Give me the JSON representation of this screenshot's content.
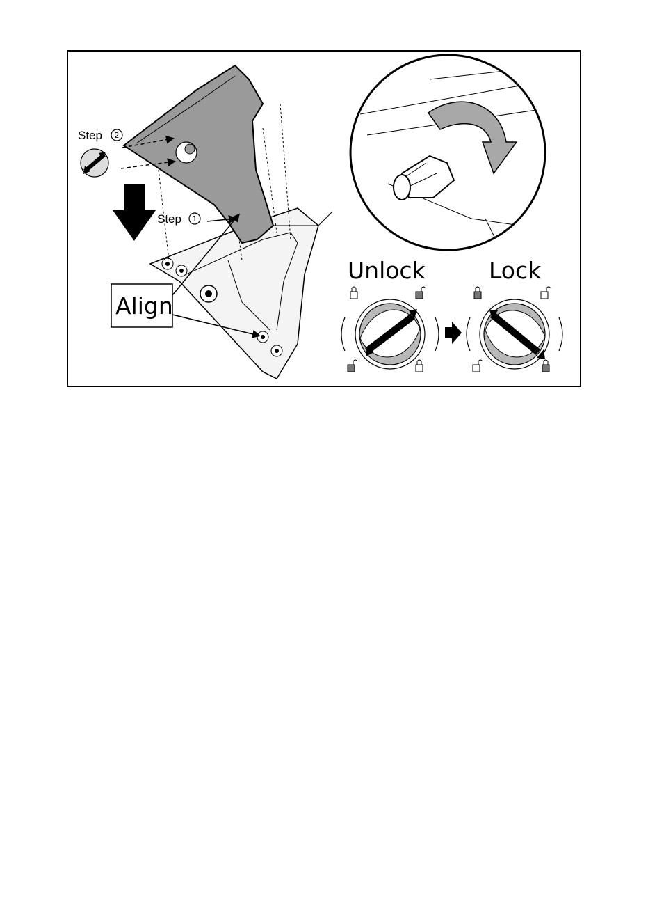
{
  "figure": {
    "step2_label": "Step",
    "step2_number": "2",
    "step1_label": "Step",
    "step1_number": "1",
    "align_label": "Align",
    "unlock_label": "Unlock",
    "lock_label": "Lock"
  },
  "icons": {
    "down_arrow": "down-arrow-icon",
    "rotate_arrow": "rotate-arrow-icon",
    "next_arrow": "right-arrow-icon",
    "padlock_closed": "padlock-closed-icon",
    "padlock_open": "padlock-open-icon"
  },
  "colors": {
    "cover_fill": "#9a9a9a",
    "dial_fill": "#b8b8b8",
    "line": "#000000"
  }
}
